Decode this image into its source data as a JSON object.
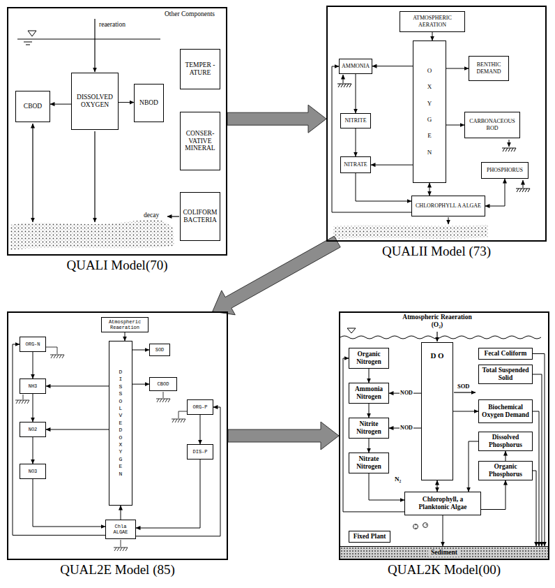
{
  "diagram": {
    "nodes": [
      {
        "text": [
          "QUALI Model(70)"
        ]
      },
      {
        "text": [
          "CBOD"
        ],
        "in": 0
      },
      {
        "text": [
          "DISSOLVED OXYGEN"
        ],
        "in": 0
      },
      {
        "text": [
          "NBOD"
        ],
        "in": 0
      },
      {
        "text": [
          "TEMPER -ATURE"
        ],
        "in": 0
      },
      {
        "text": [
          "CONSER- VATIVE MINERAL"
        ],
        "in": 0
      },
      {
        "text": [
          "COLIFORM BACTERIA"
        ],
        "in": 0
      },
      {
        "text": [
          "QUALII Model (73)"
        ]
      },
      {
        "text": [
          "ATMOSPHERIC AERATION"
        ],
        "in": 7
      },
      {
        "text": [
          "AMMONIA"
        ],
        "in": 7
      },
      {
        "text": [
          "OXYGEN"
        ],
        "in": 7
      },
      {
        "text": [
          "BENTHIC DEMAND"
        ],
        "in": 7
      },
      {
        "text": [
          "NITRITE"
        ],
        "in": 7
      },
      {
        "text": [
          "CARBONACEOUS BOD"
        ],
        "in": 7
      },
      {
        "text": [
          "NITRATE"
        ],
        "in": 7
      },
      {
        "text": [
          "PHOSPHORUS"
        ],
        "in": 7
      },
      {
        "text": [
          "CHLOROPHYLL A ALGAE"
        ],
        "in": 7
      },
      {
        "text": [
          "QUAL2E Model (85)"
        ]
      },
      {
        "text": [
          "Atmospheric Reaeration"
        ],
        "in": 17
      },
      {
        "text": [
          "ORG-N"
        ],
        "in": 17
      },
      {
        "text": [
          "DISSOLVED OXYGEN"
        ],
        "in": 17
      },
      {
        "text": [
          "SOD"
        ],
        "in": 17
      },
      {
        "text": [
          "NH3"
        ],
        "in": 17
      },
      {
        "text": [
          "CBOD"
        ],
        "in": 17
      },
      {
        "text": [
          "ORG-P"
        ],
        "in": 17
      },
      {
        "text": [
          "NO2"
        ],
        "in": 17
      },
      {
        "text": [
          "DIS-P"
        ],
        "in": 17
      },
      {
        "text": [
          "NO3"
        ],
        "in": 17
      },
      {
        "text": [
          "Chla ALGAE"
        ],
        "in": 17
      },
      {
        "text": [
          "QUAL2K Model(00)"
        ]
      },
      {
        "text": [
          "Organic Nitrogen"
        ],
        "in": 29
      },
      {
        "text": [
          "D O"
        ],
        "in": 29
      },
      {
        "text": [
          "Fecal Coliform"
        ],
        "in": 29
      },
      {
        "text": [
          "Total Suspended Solid"
        ],
        "in": 29
      },
      {
        "text": [
          "Ammonia Nitrogen"
        ],
        "in": 29
      },
      {
        "text": [
          "Biochemical Oxygen Demand"
        ],
        "in": 29
      },
      {
        "text": [
          "Nitrite Nitrogen"
        ],
        "in": 29
      },
      {
        "text": [
          "Dissolved Phosphorus"
        ],
        "in": 29
      },
      {
        "text": [
          "Nitrate Nitrogen"
        ],
        "in": 29
      },
      {
        "text": [
          "Organic Phosphorus"
        ],
        "in": 29
      },
      {
        "text": [
          "Chlorophyll, a Planktonic Algae"
        ],
        "in": 29
      },
      {
        "text": [
          "Fixed Plant"
        ],
        "in": 29
      },
      {
        "text": [
          "Sediment"
        ],
        "in": 29
      }
    ],
    "edges": [
      {
        "from": 0,
        "to": 7,
        "arrow": "to"
      },
      {
        "from": 7,
        "to": 17,
        "arrow": "to"
      },
      {
        "from": 17,
        "to": 29,
        "arrow": "to"
      },
      {
        "from": 2,
        "to": 1,
        "arrow": "to"
      },
      {
        "from": 2,
        "to": 3,
        "arrow": "to"
      },
      {
        "from": 8,
        "to": 10,
        "arrow": "to"
      },
      {
        "from": 10,
        "to": 9,
        "arrow": "to"
      },
      {
        "from": 10,
        "to": 11,
        "arrow": "to"
      },
      {
        "from": 10,
        "to": 13,
        "arrow": "to"
      },
      {
        "from": 9,
        "to": 12,
        "arrow": "to"
      },
      {
        "from": 12,
        "to": 14,
        "arrow": "to"
      },
      {
        "from": 10,
        "to": 14,
        "arrow": "to"
      },
      {
        "from": 14,
        "to": 16,
        "arrow": "to"
      },
      {
        "from": 16,
        "to": 9,
        "arrow": "to"
      },
      {
        "from": 16,
        "to": 10,
        "arrow": "both"
      },
      {
        "from": 15,
        "to": 16,
        "arrow": "both"
      },
      {
        "from": 18,
        "to": 20,
        "arrow": "to"
      },
      {
        "from": 20,
        "to": 21,
        "arrow": "to"
      },
      {
        "from": 20,
        "to": 23,
        "arrow": "to"
      },
      {
        "from": 19,
        "to": 22,
        "arrow": "to"
      },
      {
        "from": 22,
        "to": 25,
        "arrow": "to"
      },
      {
        "from": 25,
        "to": 27,
        "arrow": "to"
      },
      {
        "from": 20,
        "to": 22,
        "arrow": "to"
      },
      {
        "from": 20,
        "to": 25,
        "arrow": "to"
      },
      {
        "from": 27,
        "to": 28,
        "arrow": "to"
      },
      {
        "from": 28,
        "to": 19,
        "arrow": "to"
      },
      {
        "from": 28,
        "to": 20,
        "arrow": "to"
      },
      {
        "from": 24,
        "to": 26,
        "arrow": "to"
      },
      {
        "from": 26,
        "to": 28,
        "arrow": "to"
      },
      {
        "from": 28,
        "to": 24,
        "arrow": "to"
      },
      {
        "from": 30,
        "to": 34,
        "arrow": "to"
      },
      {
        "from": 34,
        "to": 36,
        "arrow": "to"
      },
      {
        "from": 36,
        "to": 38,
        "arrow": "to"
      },
      {
        "from": 31,
        "to": 34,
        "label": "NOD",
        "arrow": "to"
      },
      {
        "from": 31,
        "to": 36,
        "label": "NOD",
        "arrow": "to"
      },
      {
        "from": 31,
        "to": 35,
        "arrow": "to"
      },
      {
        "from": 39,
        "to": 37,
        "arrow": "to"
      },
      {
        "from": 37,
        "to": 40,
        "arrow": "to"
      },
      {
        "from": 40,
        "to": 31,
        "arrow": "both"
      },
      {
        "from": 38,
        "to": 40,
        "arrow": "to"
      },
      {
        "from": 40,
        "to": 30,
        "arrow": "to"
      },
      {
        "from": 40,
        "to": 39,
        "arrow": "to"
      },
      {
        "from": 40,
        "to": 42,
        "arrow": "to"
      },
      {
        "from": 32,
        "to": 42,
        "arrow": "to"
      },
      {
        "from": 33,
        "to": 42,
        "arrow": "to"
      },
      {
        "from": 35,
        "to": 42,
        "arrow": "to"
      },
      {
        "from": 39,
        "to": 42,
        "arrow": "to"
      }
    ],
    "labels": [
      "Other Components",
      "reaeration",
      "decay",
      "Atmospheric Reaeration (O₂)",
      "SOD",
      "N₂"
    ]
  }
}
